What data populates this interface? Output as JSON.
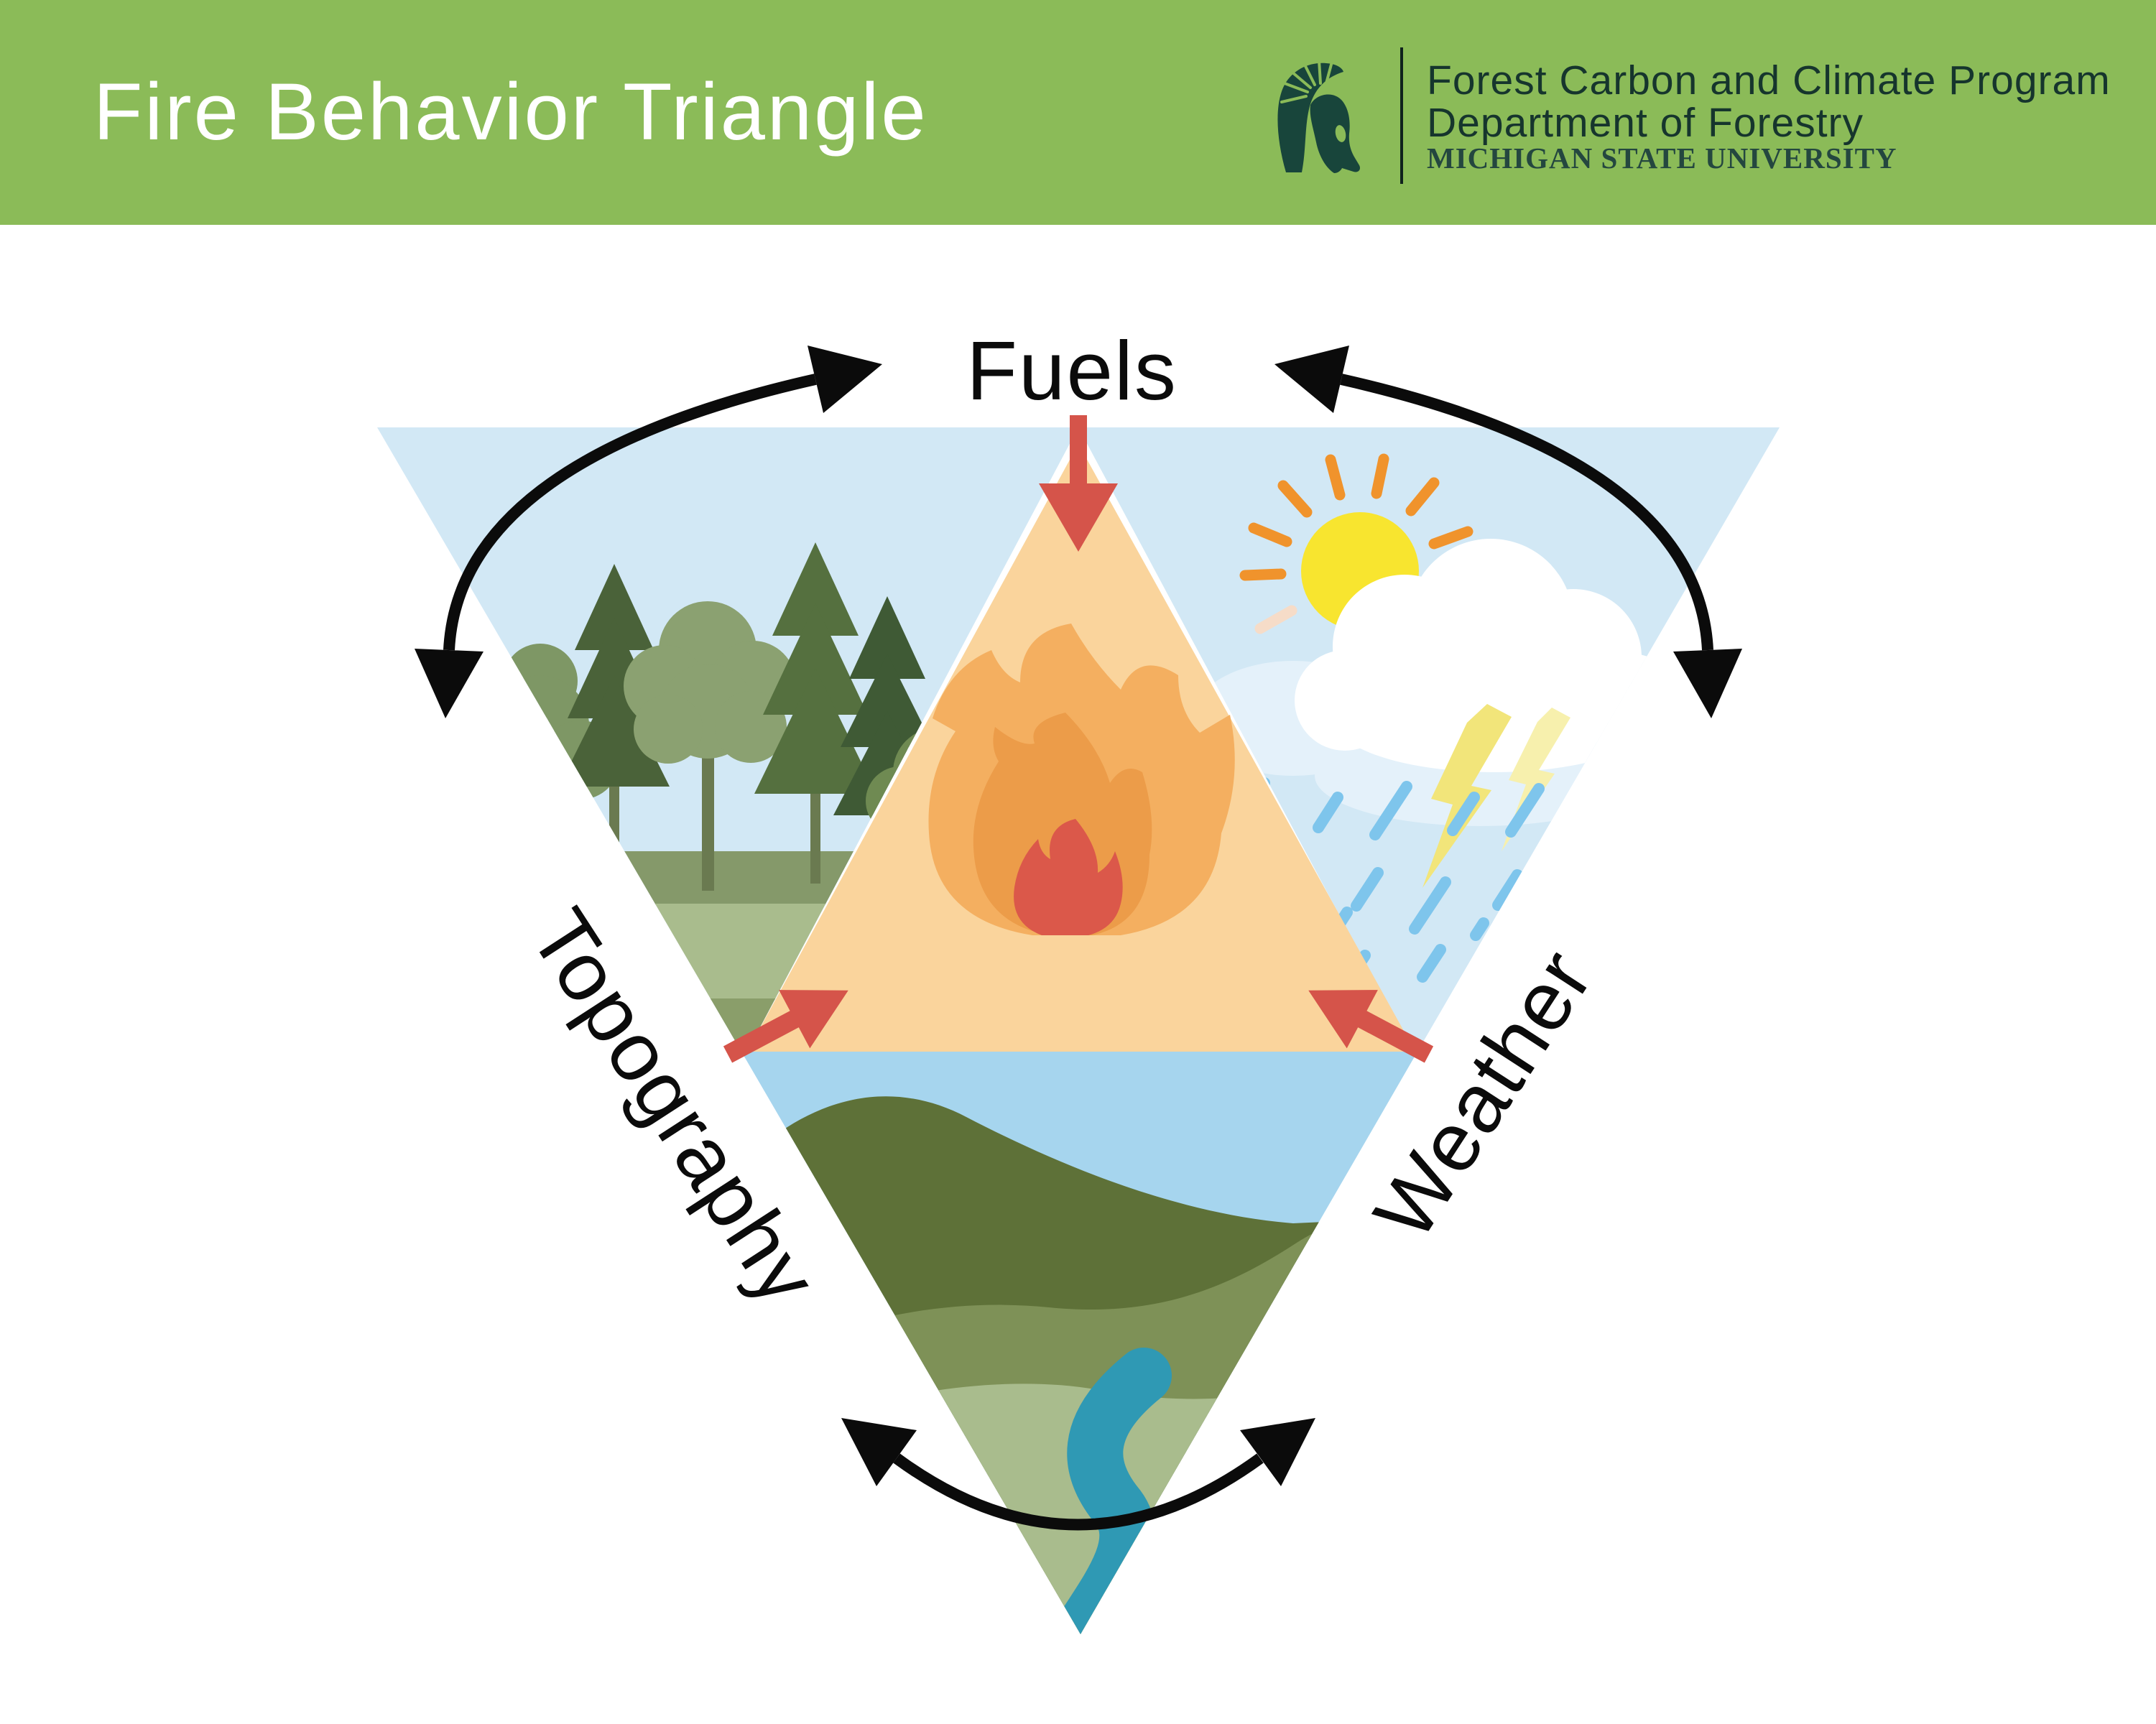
{
  "header": {
    "title": "Fire Behavior Triangle",
    "logo": {
      "line1": "Forest Carbon and Climate Program",
      "line2": "Department of Forestry",
      "line3": "MICHIGAN STATE UNIVERSITY"
    }
  },
  "diagram": {
    "vertex_labels": {
      "top": "Fuels",
      "bottom_left": "Topography",
      "bottom_right": "Weather"
    },
    "colors": {
      "header_green": "#8BBB58",
      "msu_green": "#18453B",
      "scene_sky_blue": "#D2E8F5",
      "topo_sky_blue": "#A6D5EE",
      "triangle_sand": "#FAD49C",
      "flame_outer_orange": "#F4AF60",
      "flame_mid_orange": "#EC9C49",
      "flame_core_red": "#DB584A",
      "arrow_red": "#D5544A",
      "cycle_arrow_black": "#0B0B0B",
      "sun_yellow": "#F8E52F",
      "sun_ray_orange": "#F0932C",
      "rain_blue": "#7EC5EC",
      "lightning_yellow": "#F2E57A",
      "river_teal": "#2F99B4",
      "hill_dark_green": "#5E7138",
      "hill_mid_green": "#7E9157",
      "hill_light_green": "#A9BC8D"
    }
  }
}
